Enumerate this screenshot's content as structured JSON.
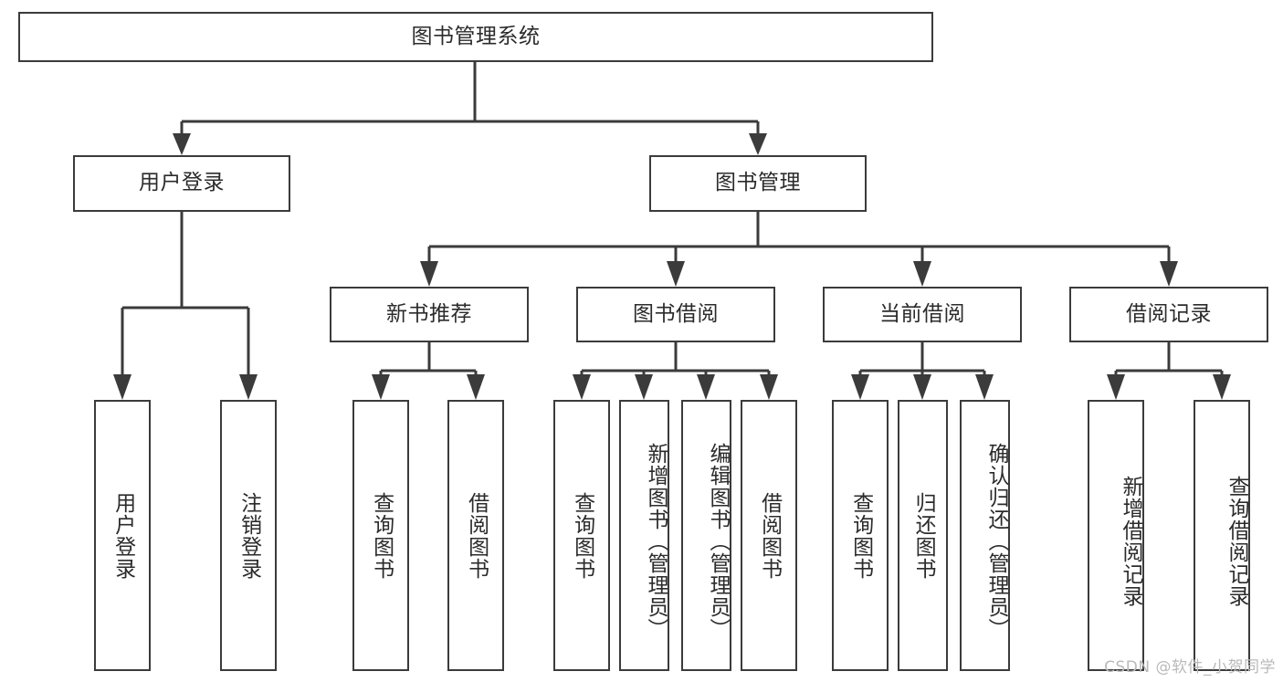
{
  "diagram": {
    "title": "图书管理系统",
    "type": "tree",
    "root": {
      "id": "root",
      "label": "图书管理系统"
    },
    "level2": [
      {
        "id": "user-login",
        "label": "用户登录"
      },
      {
        "id": "book-management",
        "label": "图书管理"
      }
    ],
    "level3": [
      {
        "id": "new-book-recommend",
        "label": "新书推荐",
        "parent": "book-management"
      },
      {
        "id": "book-borrow",
        "label": "图书借阅",
        "parent": "book-management"
      },
      {
        "id": "current-borrow",
        "label": "当前借阅",
        "parent": "book-management"
      },
      {
        "id": "borrow-record",
        "label": "借阅记录",
        "parent": "book-management"
      }
    ],
    "leaves": [
      {
        "id": "leaf-user-login",
        "label": "用户登录",
        "parent": "user-login"
      },
      {
        "id": "leaf-logout",
        "label": "注销登录",
        "parent": "user-login"
      },
      {
        "id": "leaf-query-book-1",
        "label": "查询图书",
        "parent": "new-book-recommend"
      },
      {
        "id": "leaf-borrow-book-1",
        "label": "借阅图书",
        "parent": "new-book-recommend"
      },
      {
        "id": "leaf-query-book-2",
        "label": "查询图书",
        "parent": "book-borrow"
      },
      {
        "id": "leaf-add-book",
        "label": "新增图书（管理员）",
        "parent": "book-borrow"
      },
      {
        "id": "leaf-edit-book",
        "label": "编辑图书（管理员）",
        "parent": "book-borrow"
      },
      {
        "id": "leaf-borrow-book-2",
        "label": "借阅图书",
        "parent": "book-borrow"
      },
      {
        "id": "leaf-query-book-3",
        "label": "查询图书",
        "parent": "current-borrow"
      },
      {
        "id": "leaf-return-book",
        "label": "归还图书",
        "parent": "current-borrow"
      },
      {
        "id": "leaf-confirm-return",
        "label": "确认归还（管理员）",
        "parent": "current-borrow"
      },
      {
        "id": "leaf-add-record",
        "label": "新增借阅记录",
        "parent": "borrow-record"
      },
      {
        "id": "leaf-query-record",
        "label": "查询借阅记录",
        "parent": "borrow-record"
      }
    ]
  },
  "watermark": {
    "text": "CSDN @软件_小贺同学"
  },
  "colors": {
    "border": "#3b3b3b",
    "text": "#2b2b2b",
    "background": "#ffffff",
    "watermark": "#b9b9b9"
  }
}
